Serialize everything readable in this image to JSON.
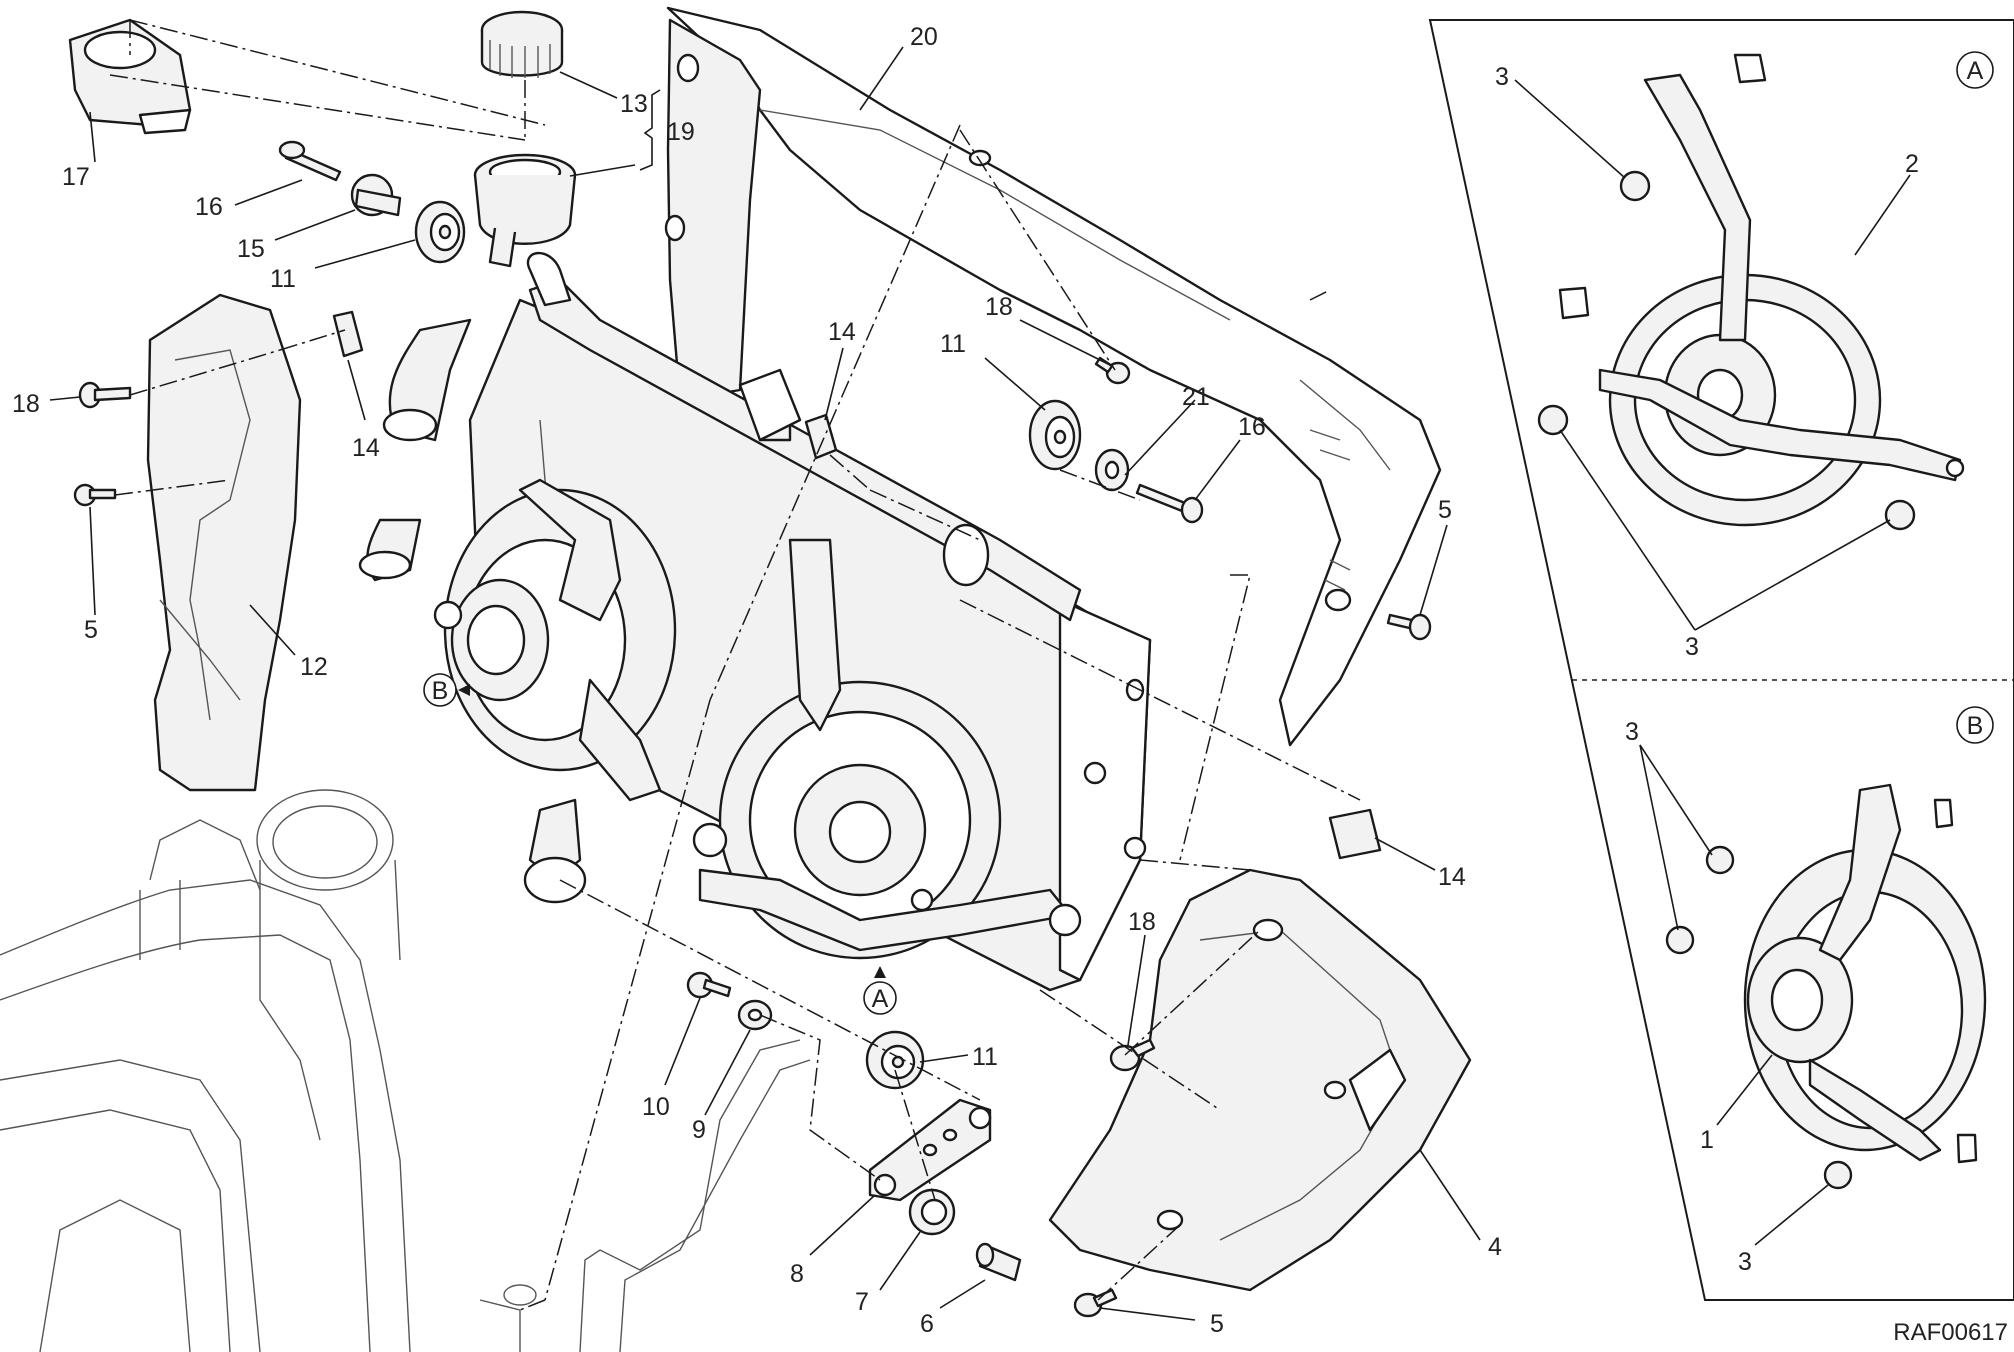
{
  "drawing_code": "RAF00617",
  "detail_markers": {
    "a": "A",
    "b": "B"
  },
  "callouts": [
    {
      "id": "c17",
      "text": "17"
    },
    {
      "id": "c13",
      "text": "13"
    },
    {
      "id": "c19",
      "text": "19"
    },
    {
      "id": "c20",
      "text": "20"
    },
    {
      "id": "c16a",
      "text": "16"
    },
    {
      "id": "c15",
      "text": "15"
    },
    {
      "id": "c11a",
      "text": "11"
    },
    {
      "id": "c18a",
      "text": "18"
    },
    {
      "id": "c14a",
      "text": "14"
    },
    {
      "id": "c5a",
      "text": "5"
    },
    {
      "id": "c12",
      "text": "12"
    },
    {
      "id": "c14b",
      "text": "14"
    },
    {
      "id": "c18b",
      "text": "18"
    },
    {
      "id": "c11b",
      "text": "11"
    },
    {
      "id": "c21",
      "text": "21"
    },
    {
      "id": "c16b",
      "text": "16"
    },
    {
      "id": "c5b",
      "text": "5"
    },
    {
      "id": "c14c",
      "text": "14"
    },
    {
      "id": "c18c",
      "text": "18"
    },
    {
      "id": "c11c",
      "text": "11"
    },
    {
      "id": "c10",
      "text": "10"
    },
    {
      "id": "c9",
      "text": "9"
    },
    {
      "id": "c8",
      "text": "8"
    },
    {
      "id": "c7",
      "text": "7"
    },
    {
      "id": "c6",
      "text": "6"
    },
    {
      "id": "c5c",
      "text": "5"
    },
    {
      "id": "c4",
      "text": "4"
    },
    {
      "id": "cA3a",
      "text": "3"
    },
    {
      "id": "cA2",
      "text": "2"
    },
    {
      "id": "cA3b",
      "text": "3"
    },
    {
      "id": "cB3a",
      "text": "3"
    },
    {
      "id": "cB1",
      "text": "1"
    },
    {
      "id": "cB3b",
      "text": "3"
    }
  ]
}
